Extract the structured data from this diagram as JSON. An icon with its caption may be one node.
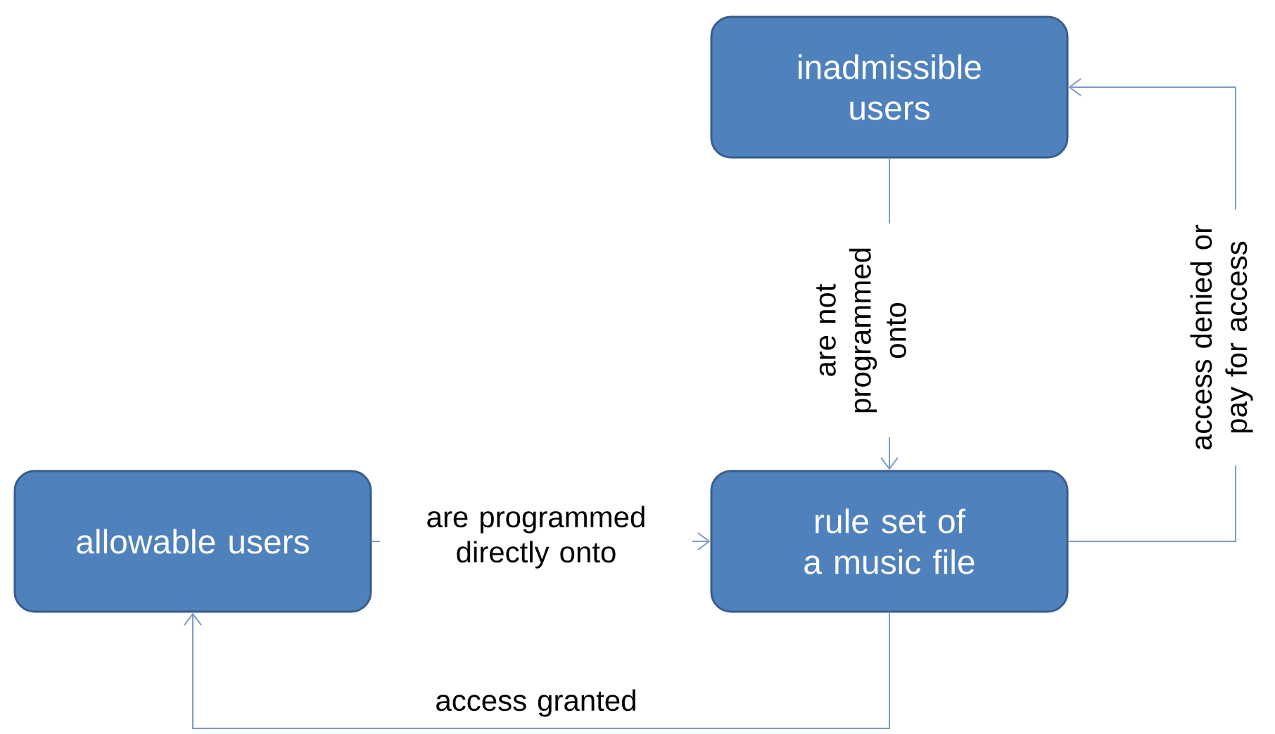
{
  "diagram": {
    "nodes": [
      {
        "text": [
          "inadmissible users"
        ]
      },
      {
        "text": [
          "allowable users"
        ]
      },
      {
        "text": [
          "rule set of a music file"
        ]
      }
    ],
    "edges": [
      {
        "from": 0,
        "to": 2,
        "arrow": "to",
        "label": "are not programmed onto"
      },
      {
        "from": 1,
        "to": 2,
        "arrow": "to",
        "label": "are programmed directly onto"
      },
      {
        "from": 2,
        "to": 1,
        "arrow": "to",
        "label": "access granted"
      },
      {
        "from": 2,
        "to": 0,
        "arrow": "to",
        "label": "access denied or pay for access"
      }
    ]
  }
}
